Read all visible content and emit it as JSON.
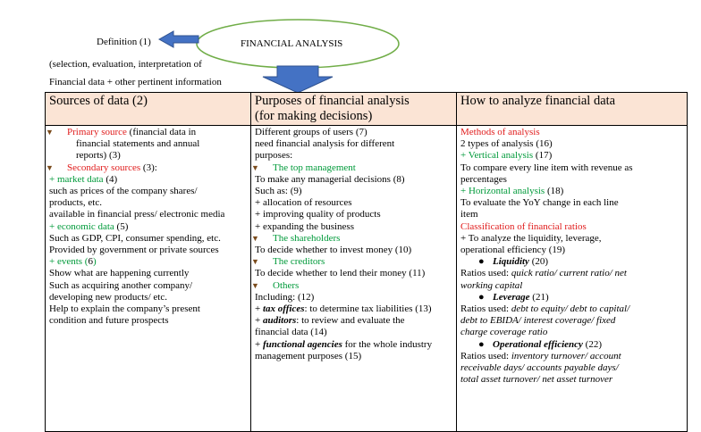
{
  "header": {
    "title": "FINANCIAL ANALYSIS",
    "definition": "Definition (1)",
    "selection": "(selection, evaluation, interpretation of",
    "financial_data": "Financial data + other  pertinent information"
  },
  "columns": {
    "c1": "Sources of data (2)",
    "c2a": "Purposes of financial analysis",
    "c2b": "(for making decisions)",
    "c3": "How to analyze financial data"
  },
  "col1": {
    "primary": "Primary source",
    "primary_rest1": " (financial data in",
    "primary_rest2": "financial statements and annual",
    "primary_rest3": "reports) (3)",
    "secondary": "Secondary sources",
    "secondary_rest": " (3):",
    "market": "+ market data",
    "market_num": " (4)",
    "l1": "such as prices of the company shares/",
    "l2": "products, etc.",
    "l3": "available in financial press/ electronic media",
    "economic": "+ economic data",
    "economic_num": " (5)",
    "l4": "Such as GDP, CPI, consumer spending, etc.",
    "l5": "Provided by government or private sources",
    "events": "+ events (",
    "events_num": "6",
    "events_close": ")",
    "l6": "Show what are happening currently",
    "l7": "Such as acquiring another company/",
    "l8": "developing new products/ etc.",
    "l9": "Help to explain the company’s present",
    "l10": "condition and future prospects"
  },
  "col2": {
    "l1": "Different groups of users (7)",
    "l2": "need financial analysis for different",
    "l3": "purposes:",
    "top": "The top management",
    "l4": "To make any managerial decisions (8)",
    "l5": "Such as: (9)",
    "l6": "+ allocation of resources",
    "l7": "+ improving quality of products",
    "l8": "+ expanding the business",
    "shareholders": "The shareholders",
    "l9": "To decide whether to invest money (10)",
    "creditors": "The creditors",
    "l10": "To decide whether to lend their money (11)",
    "others": "Others",
    "l11": "Including: (12)",
    "tax_plus": "+ ",
    "tax": "tax offices",
    "tax_rest": ": to determine tax liabilities (13)",
    "aud_plus": "+ ",
    "aud": "auditors",
    "aud_rest": ": to review and evaluate the",
    "l12": "financial data (14)",
    "func_plus": "+ ",
    "func": "functional agencies",
    "func_rest": " for the whole industry",
    "l13": "management purposes (15)"
  },
  "col3": {
    "methods": "Methods of analysis",
    "l1": "2 types of analysis (16)",
    "vertical": "+ Vertical analysis",
    "vertical_num": " (17)",
    "l2": "To compare every line item with revenue as",
    "l3": "percentages",
    "horizontal": "+ Horizontal analysis",
    "horizontal_num": " (18)",
    "l4": "To evaluate the YoY change in each line",
    "l5": "item",
    "classification": "Classification of financial ratios",
    "l6": "+ To analyze the liquidity, leverage,",
    "l7": "operational efficiency (19)",
    "liquidity": "Liquidity",
    "liquidity_num": " (20)",
    "ratios1_label": "Ratios used: ",
    "ratios1": "quick ratio/ current ratio/ net",
    "ratios1b": "working capital",
    "leverage": "Leverage",
    "leverage_num": " (21)",
    "ratios2_label": "Ratios used: ",
    "ratios2": "debt to equity/ debt to capital/",
    "ratios2b": "debt to EBIDA/ interest coverage/ fixed",
    "ratios2c": "charge coverage ratio",
    "operational": "Operational efficiency",
    "operational_num": " (22)",
    "ratios3_label": "Ratios used: ",
    "ratios3": "inventory turnover/ account",
    "ratios3b": "receivable days/ accounts payable days/",
    "ratios3c": "total asset turnover/ net asset turnover"
  },
  "colors": {
    "header_fill": "#fbe4d5",
    "arrow_blue": "#4472c4",
    "ellipse_green": "#70ad47",
    "red": "#e01b1b",
    "green": "#009a3a"
  }
}
